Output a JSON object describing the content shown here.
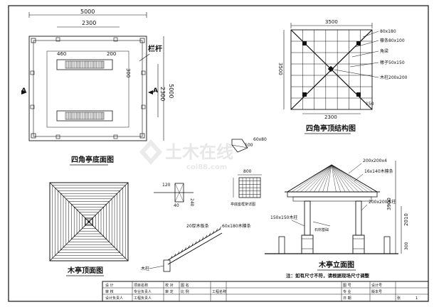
{
  "plan": {
    "title": "四角亭底面图",
    "dim_total": "5000",
    "dim_inner": "2300",
    "dim_left_seat": "460",
    "dim_right_seat": "200",
    "dim_seat_depth": "300",
    "dim_side": "5000",
    "dim_side_inner": "2300",
    "label_railing": "栏杆",
    "section_mark": "A"
  },
  "roof_structure": {
    "title": "四角亭顶结构图",
    "dim_top": "3500",
    "dim_left": "3500",
    "dim_bottom": "2300",
    "dim_small": "150",
    "callouts": [
      "80x180",
      "檩条80x100",
      "角梁",
      "椽子50x150",
      "木柱200x200"
    ]
  },
  "roof_top": {
    "title": "木亭顶面图"
  },
  "details": {
    "joint_dims": [
      "60x80",
      "100"
    ],
    "joint_small": [
      "120",
      "40",
      "240"
    ],
    "lattice_dim": "800",
    "lattice_label": "亭底座框架详图",
    "rafter_labels": [
      "20厚木板条",
      "60x180木檩条",
      "木柱"
    ]
  },
  "elevation": {
    "title": "木亭立面图",
    "callouts": [
      "200x200x4",
      "16x140木檩条",
      "200x200木柱",
      "150x150木柱",
      "石材基础"
    ],
    "dims": [
      "3900",
      "2010",
      "300"
    ]
  },
  "note": "注：如有尺寸不符，请根据现场尺寸调整",
  "watermark": {
    "main": "土木在线",
    "sub": "coi88.com"
  },
  "titleblock": {
    "cells": [
      "设 计",
      "审 核",
      "项目名称",
      "图 名",
      "比 例",
      "工程名称",
      "图 号",
      "专 业",
      "日 期",
      "设计号",
      "版本号",
      "张"
    ],
    "small": [
      "设计负责人",
      "专业负责人",
      "校 对",
      "审 定",
      "工程负责人",
      "1"
    ]
  }
}
